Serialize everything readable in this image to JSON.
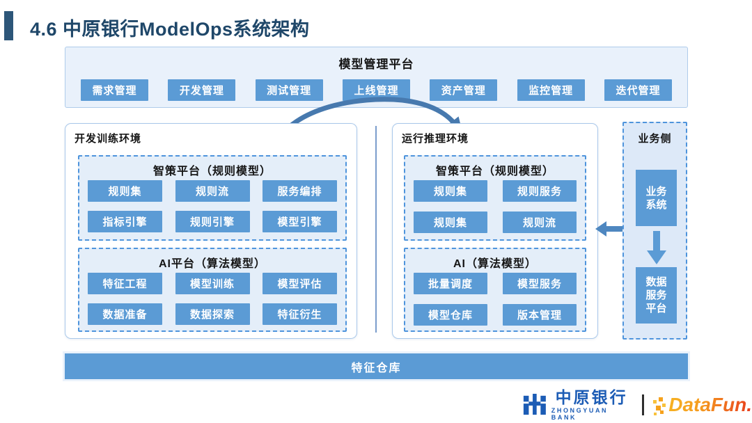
{
  "title": "4.6 中原银行ModelOps系统架构",
  "platform": {
    "title": "模型管理平台",
    "modules": [
      "需求管理",
      "开发管理",
      "测试管理",
      "上线管理",
      "资产管理",
      "监控管理",
      "迭代管理"
    ]
  },
  "dev_env": {
    "label": "开发训练环境",
    "rule_section": {
      "title": "智策平台（规则模型）",
      "modules": [
        "规则集",
        "规则流",
        "服务编排",
        "指标引擎",
        "规则引擎",
        "模型引擎"
      ]
    },
    "ai_section": {
      "title": "AI平台（算法模型）",
      "modules": [
        "特征工程",
        "模型训练",
        "模型评估",
        "数据准备",
        "数据探索",
        "特征衍生"
      ]
    }
  },
  "run_env": {
    "label": "运行推理环境",
    "rule_section": {
      "title": "智策平台（规则模型）",
      "modules": [
        "规则集",
        "规则服务",
        "规则集",
        "规则流"
      ]
    },
    "ai_section": {
      "title": "AI（算法模型）",
      "modules": [
        "批量调度",
        "模型服务",
        "模型仓库",
        "版本管理"
      ]
    }
  },
  "business": {
    "label": "业务侧",
    "system": "业务系统",
    "data_platform": "数据服务平台"
  },
  "feature_store": "特征仓库",
  "footer": {
    "bank_name": "中原银行",
    "bank_subtitle": "ZHONGYUAN BANK",
    "partner_logo": "DataFun."
  },
  "colors": {
    "accent_blue": "#5B9BD5",
    "panel_fill": "#E9F1FB",
    "dashed_border": "#4E94DC",
    "title_navy": "#1F4769",
    "bank_blue": "#1C5CB5",
    "datafun_orange": "#F59A1E",
    "datafun_red": "#E8391D"
  }
}
